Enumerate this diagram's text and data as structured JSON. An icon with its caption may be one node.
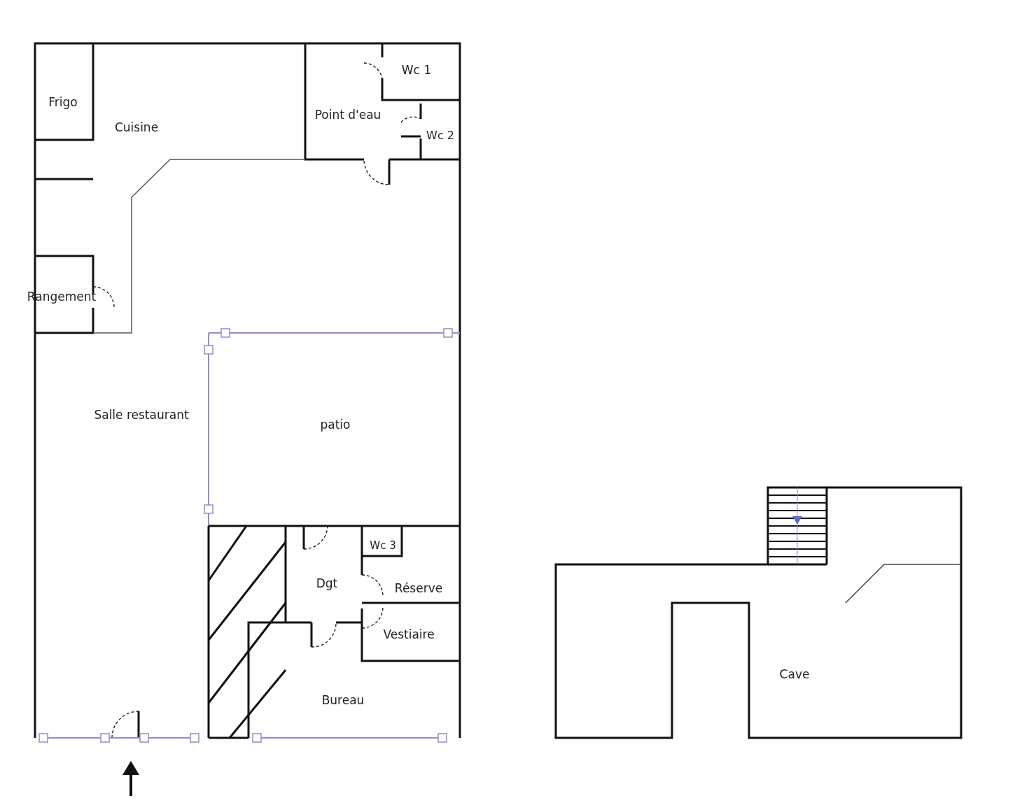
{
  "diagram": {
    "nodes": [
      {
        "text": [
          "Frigo"
        ]
      },
      {
        "text": [
          "Cuisine"
        ]
      },
      {
        "text": [
          "Wc 1"
        ]
      },
      {
        "text": [
          "Point d'eau"
        ]
      },
      {
        "text": [
          "Wc 2"
        ]
      },
      {
        "text": [
          "Rangement"
        ]
      },
      {
        "text": [
          "Salle restaurant"
        ]
      },
      {
        "text": [
          "patio"
        ]
      },
      {
        "text": [
          "Wc 3"
        ]
      },
      {
        "text": [
          "Dgt"
        ]
      },
      {
        "text": [
          "Réserve"
        ]
      },
      {
        "text": [
          "Vestiaire"
        ]
      },
      {
        "text": [
          "Bureau"
        ]
      },
      {
        "text": [
          "Cave"
        ]
      }
    ]
  }
}
